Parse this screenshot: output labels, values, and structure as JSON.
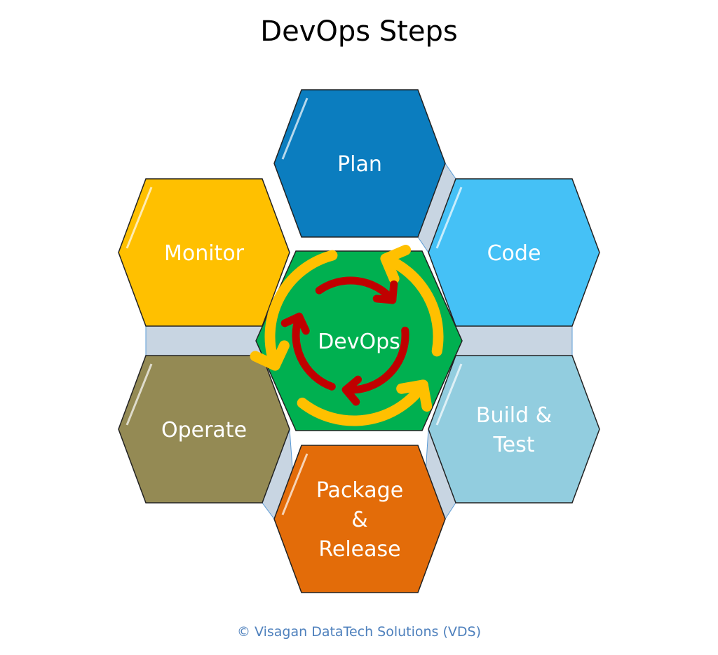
{
  "title": "DevOps Steps",
  "footer": "© Visagan DataTech Solutions (VDS)",
  "center": {
    "label": "DevOps",
    "color": "#00b050"
  },
  "steps": [
    {
      "id": "plan",
      "lines": [
        "Plan"
      ],
      "color": "#0b7dbf"
    },
    {
      "id": "code",
      "lines": [
        "Code"
      ],
      "color": "#45c1f6"
    },
    {
      "id": "build-test",
      "lines": [
        "Build &",
        "Test"
      ],
      "color": "#92cddf"
    },
    {
      "id": "package-release",
      "lines": [
        "Package",
        "&",
        "Release"
      ],
      "color": "#e36c09"
    },
    {
      "id": "operate",
      "lines": [
        "Operate"
      ],
      "color": "#948a54"
    },
    {
      "id": "monitor",
      "lines": [
        "Monitor"
      ],
      "color": "#ffc000"
    }
  ],
  "colors": {
    "connector": "#c8d5e2",
    "outer_cycle": "#ffc000",
    "inner_cycle": "#c00000"
  }
}
